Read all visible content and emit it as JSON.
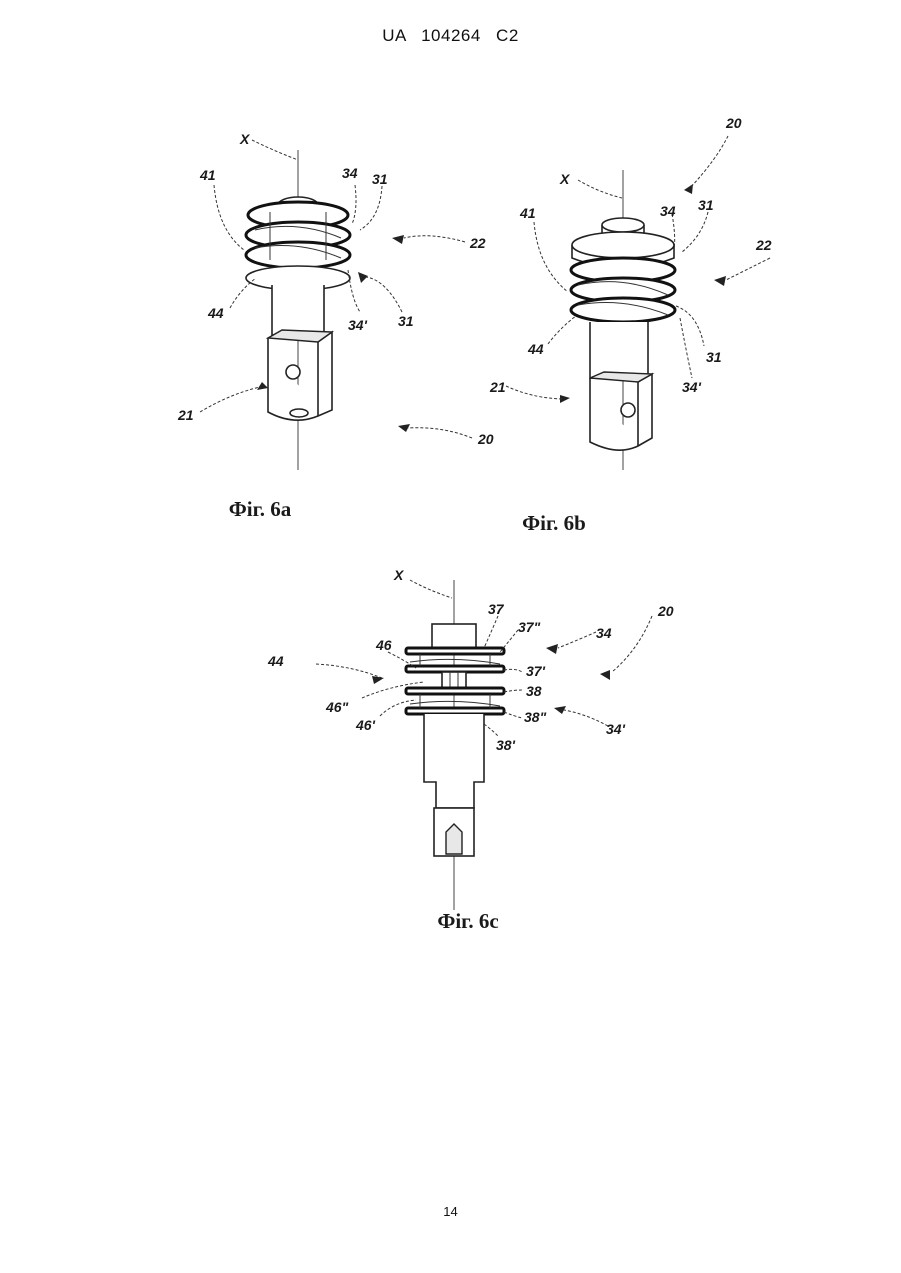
{
  "header": {
    "text": "UA 104264 C2"
  },
  "footer": {
    "page_number": "14"
  },
  "figures": {
    "fig6a": {
      "caption": "Фіг. 6а",
      "labels": {
        "x": "X",
        "l41": "41",
        "l34": "34",
        "l31_top": "31",
        "l22": "22",
        "l44": "44",
        "l34p": "34'",
        "l31_bottom": "31",
        "l21": "21",
        "l20": "20"
      }
    },
    "fig6b": {
      "caption": "Фіг. 6b",
      "labels": {
        "l20": "20",
        "x": "X",
        "l34": "34",
        "l31_top": "31",
        "l41": "41",
        "l22": "22",
        "l44": "44",
        "l31_bottom": "31",
        "l21": "21",
        "l34p": "34'"
      }
    },
    "fig6c": {
      "caption": "Фіг. 6с",
      "labels": {
        "x": "X",
        "l37": "37",
        "l37pp": "37\"",
        "l34": "34",
        "l20": "20",
        "l46": "46",
        "l44": "44",
        "l37p": "37'",
        "l38": "38",
        "l46pp": "46\"",
        "l38pp": "38\"",
        "l46p": "46'",
        "l34p": "34'",
        "l38p": "38'"
      }
    }
  }
}
